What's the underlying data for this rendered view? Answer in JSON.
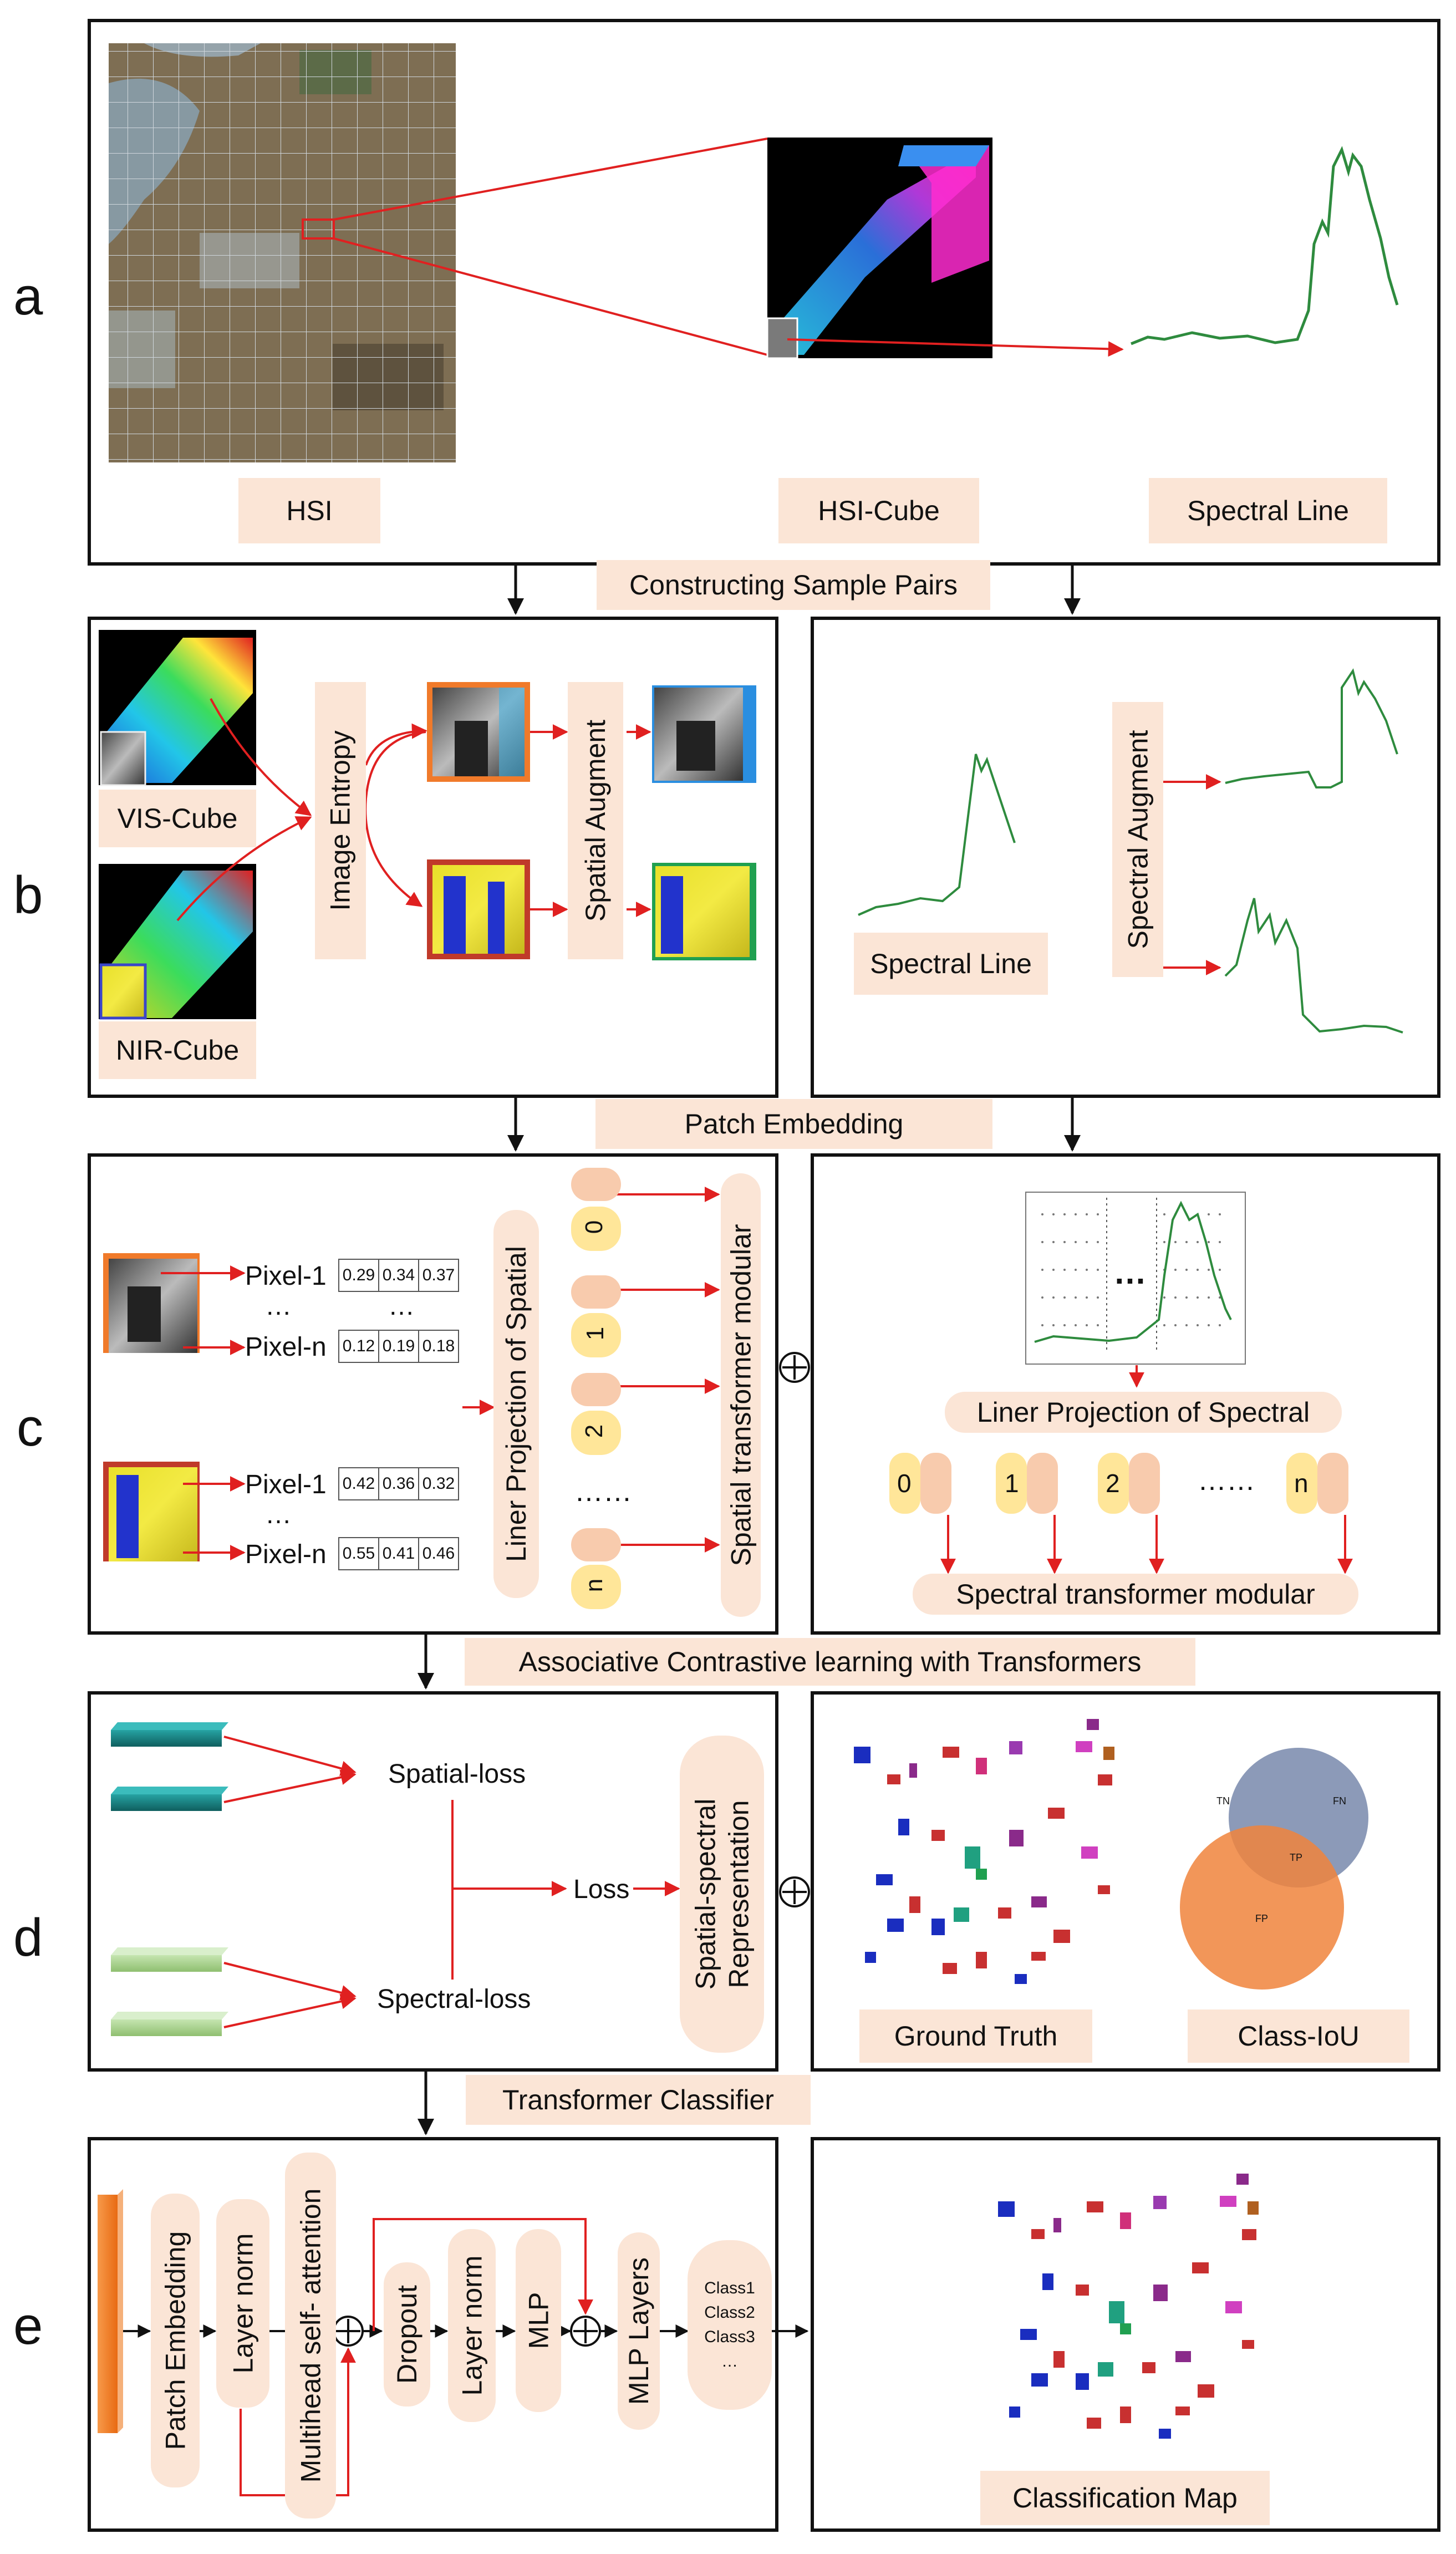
{
  "panel_letters": [
    "a",
    "b",
    "c",
    "d",
    "e"
  ],
  "panel_a": {
    "labels": [
      "HSI",
      "HSI-Cube",
      "Spectral Line"
    ]
  },
  "connector_labels": {
    "ab": "Constructing Sample Pairs",
    "bc": "Patch Embedding",
    "cd": "Associative Contrastive learning with Transformers",
    "de": "Transformer Classifier"
  },
  "panel_b": {
    "vis_cube": "VIS-Cube",
    "nir_cube": "NIR-Cube",
    "image_entropy": "Image Entropy",
    "spatial_augment": "Spatial Augment",
    "spectral_line": "Spectral Line",
    "spectral_augment": "Spectral Augment"
  },
  "panel_c": {
    "pixel_1": "Pixel-1",
    "pixel_n": "Pixel-n",
    "ellipsis": "…",
    "vis_pixel_1_values": [
      "0.29",
      "0.34",
      "0.37"
    ],
    "vis_pixel_n_values": [
      "0.12",
      "0.19",
      "0.18"
    ],
    "nir_pixel_1_values": [
      "0.42",
      "0.36",
      "0.32"
    ],
    "nir_pixel_n_values": [
      "0.55",
      "0.41",
      "0.46"
    ],
    "liner_projection_spatial": "Liner Projection of Spatial",
    "spatial_tokens": [
      "0",
      "1",
      "2",
      "n"
    ],
    "token_dots": "……",
    "spatial_transformer": "Spatial transformer modular",
    "liner_projection_spectral": "Liner Projection of Spectral",
    "spectral_tokens": [
      "0",
      "1",
      "2",
      "n"
    ],
    "spectral_transformer": "Spectral transformer modular",
    "chart_dots": "…"
  },
  "panel_d": {
    "spatial_loss": "Spatial-loss",
    "spectral_loss": "Spectral-loss",
    "loss": "Loss",
    "representation_line1": "Spatial-spectral",
    "representation_line2": "Representation",
    "ground_truth": "Ground Truth",
    "class_iou": "Class-IoU",
    "venn": {
      "tn": "TN",
      "fn": "FN",
      "tp": "TP",
      "fp": "FP"
    }
  },
  "panel_e": {
    "patch_embedding": "Patch Embedding",
    "layer_norm_1": "Layer norm",
    "multihead": "Multihead self- attention",
    "dropout": "Dropout",
    "layer_norm_2": "Layer norm",
    "mlp": "MLP",
    "mlp_layers": "MLP Layers",
    "classes": [
      "Class1",
      "Class2",
      "Class3",
      "…"
    ],
    "classification_map": "Classification Map"
  },
  "colors": {
    "label_fill": "#fbe5d6",
    "token_pink": "#f8cbad",
    "token_yellow": "#ffe699",
    "arrow_red": "#e02020",
    "spectral_green": "#2e8b3e",
    "teal_bar": "#1a7a7a",
    "light_green_bar": "#a9d18e",
    "orange_bar": "#f07f2a",
    "venn_blue": "#7f8fb0",
    "venn_orange": "#f0843c"
  }
}
